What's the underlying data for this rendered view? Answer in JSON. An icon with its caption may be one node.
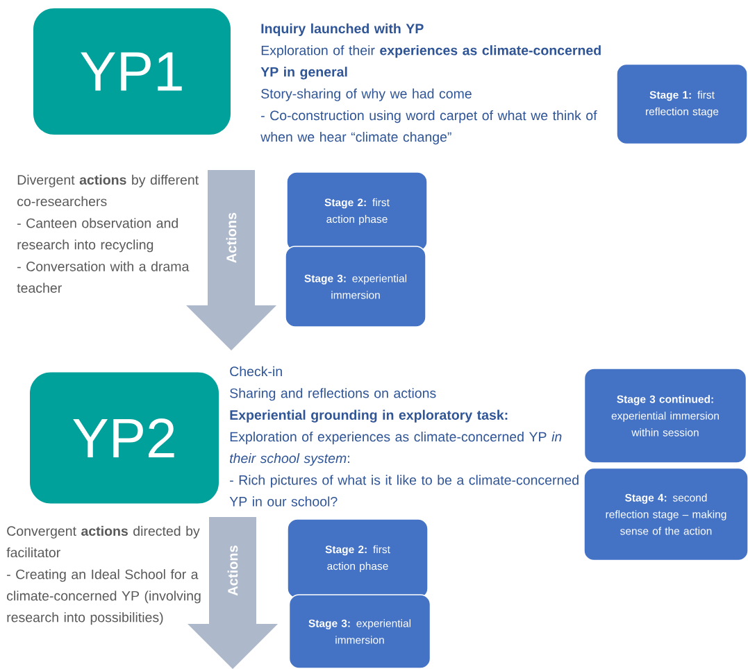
{
  "diagram": {
    "nodes": [
      {
        "text": [
          "YP1"
        ]
      },
      {
        "text": [
          "**Stage 1:** first reflection stage"
        ]
      },
      {
        "text": [
          "Actions"
        ]
      },
      {
        "text": [
          "**Stage 2:** first action phase"
        ]
      },
      {
        "text": [
          "**Stage 3:** experiential immersion"
        ]
      },
      {
        "text": [
          "YP2"
        ]
      },
      {
        "text": [
          "**Stage 3 continued:** experiential immersion within session"
        ]
      },
      {
        "text": [
          "**Stage 4:** second reflection stage – making sense of the action"
        ]
      },
      {
        "text": [
          "Actions"
        ]
      },
      {
        "text": [
          "**Stage 2:** first action phase"
        ]
      },
      {
        "text": [
          "**Stage 3:** experiential immersion"
        ]
      }
    ],
    "labels": [
      "Inquiry launched with YP",
      "Exploration of their **experiences as climate-concerned YP in general**",
      "Story-sharing of why we had come",
      "- Co-construction using word carpet of what we think of when we hear “climate change”",
      "Divergent **actions** by different co-researchers",
      "- Canteen observation and research into recycling",
      "- Conversation with a drama teacher",
      "Check-in",
      "Sharing and reflections on actions",
      "Experiential grounding in exploratory task:",
      "Exploration of experiences as climate-concerned YP *in their school system*:",
      "- Rich pictures of what is it like to be a climate-concerned YP in our school?",
      "Convergent **actions** directed by facilitator",
      "- Creating an Ideal School for a climate-concerned YP (involving research into possibilities)"
    ]
  }
}
